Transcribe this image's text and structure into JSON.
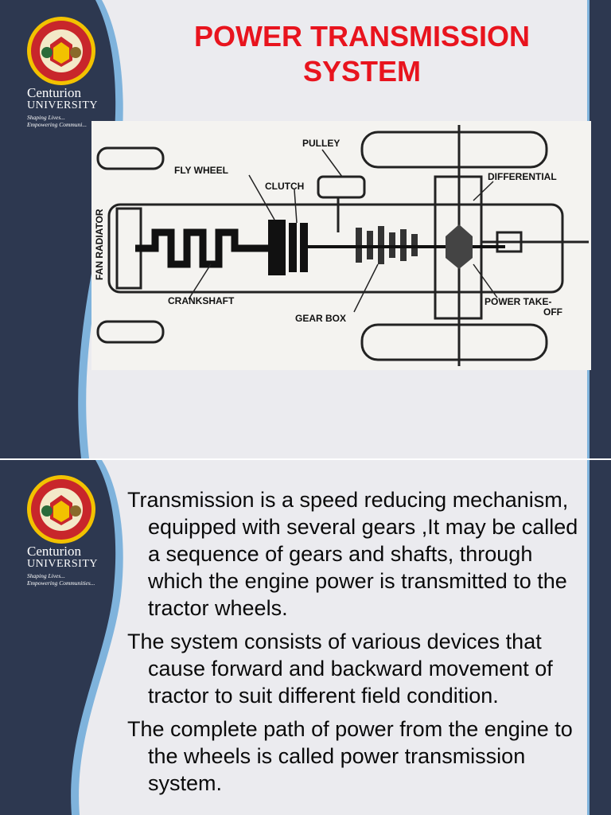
{
  "slide1": {
    "title": "POWER TRANSMISSION SYSTEM",
    "brand": {
      "name": "Centurion",
      "sub": "UNIVERSITY",
      "tagline1": "Shaping Lives...",
      "tagline2": "Empowering Communi..."
    },
    "diagram": {
      "labels": {
        "pulley": "PULLEY",
        "fly_wheel": "FLY WHEEL",
        "clutch": "CLUTCH",
        "differential": "DIFFERENTIAL",
        "fan_radiator": "FAN RADIATOR",
        "crankshaft": "CRANKSHAFT",
        "gear_box": "GEAR BOX",
        "power_take_off_1": "POWER TAKE-",
        "power_take_off_2": "OFF"
      }
    }
  },
  "slide2": {
    "brand": {
      "name": "Centurion",
      "sub": "UNIVERSITY",
      "tagline1": "Shaping Lives...",
      "tagline2": "Empowering Communities..."
    },
    "bullets": [
      "Transmission is a speed reducing mechanism, equipped with several gears ,It may be called a sequence of gears and shafts, through which the engine power is transmitted to the tractor wheels.",
      "The system consists of various devices that cause forward and backward movement of tractor to suit different field condition.",
      "The complete path of power from the engine to the wheels is called power transmission system."
    ]
  },
  "colors": {
    "sidebar": "#2d3850",
    "accent_blue": "#7fb3dc",
    "title_red": "#e8141e",
    "background": "#ebebef"
  }
}
